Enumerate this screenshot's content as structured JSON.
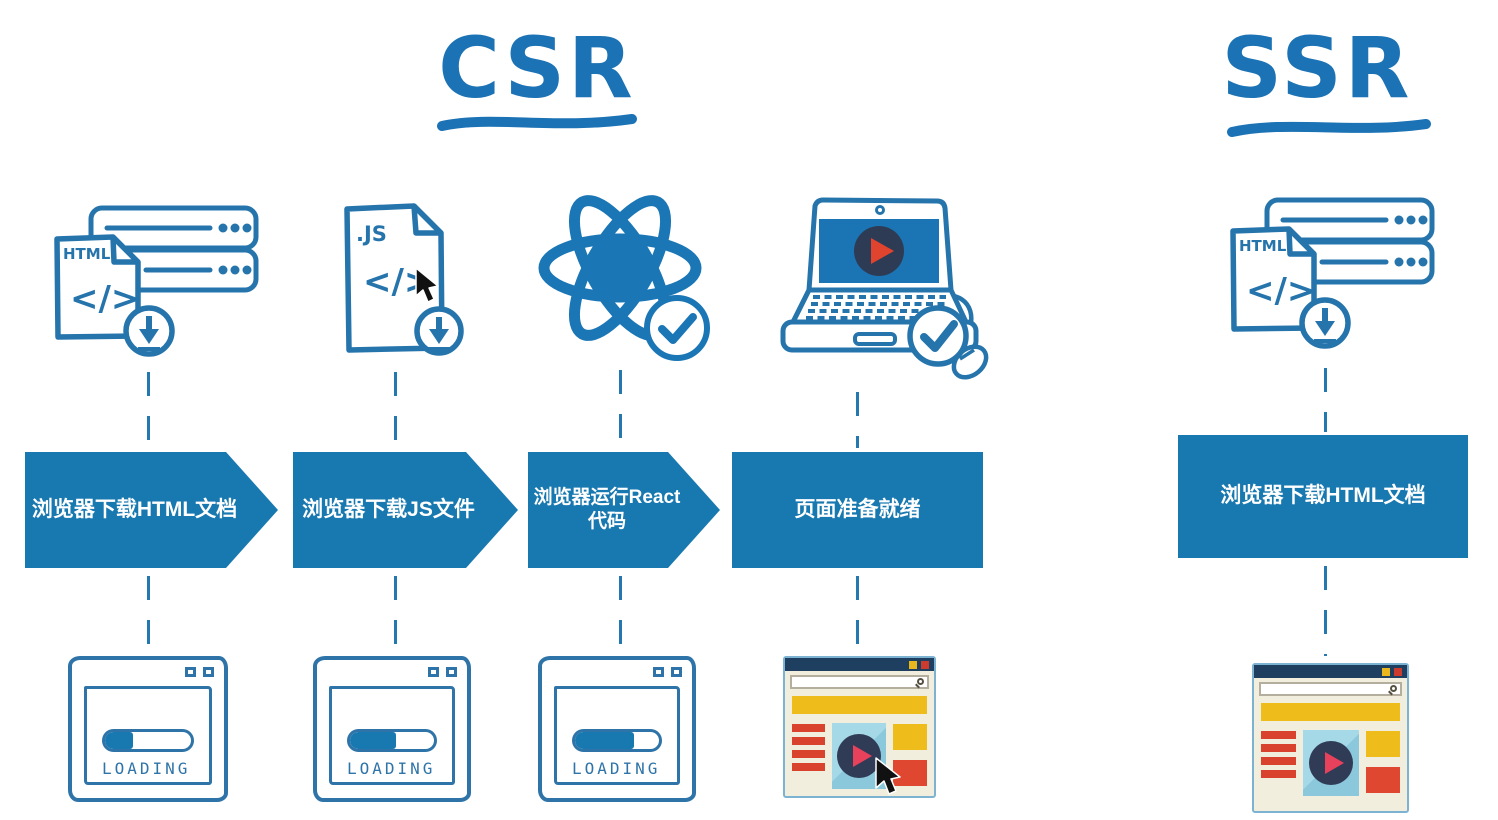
{
  "colors": {
    "title_blue": "#1b72b4",
    "banner_blue": "#1878b0",
    "sketch_blue": "#2574ac",
    "navy_title_bar": "#1e3f60",
    "yellow": "#eebd1c",
    "red": "#d9432e",
    "orange_red": "#e04731",
    "play_pink": "#e8415c",
    "video_blue": "#92cde0",
    "page_cream": "#f2eedd"
  },
  "csr": {
    "title": "CSR",
    "columns": [
      {
        "icon": "server-with-html-file-download",
        "file_label": "HTML",
        "code_glyph": "</>",
        "banner": {
          "text": "浏览器下载HTML文档",
          "shape": "arrow"
        },
        "result": {
          "type": "loading-window",
          "label": "LOADING",
          "progress": 33
        }
      },
      {
        "icon": "js-file-download",
        "file_label": ".JS",
        "code_glyph": "</>",
        "banner": {
          "text": "浏览器下载JS文件",
          "shape": "arrow"
        },
        "result": {
          "type": "loading-window",
          "label": "LOADING",
          "progress": 55
        }
      },
      {
        "icon": "react-logo-checked",
        "banner": {
          "text": "浏览器运行React代码",
          "shape": "arrow"
        },
        "result": {
          "type": "loading-window",
          "label": "LOADING",
          "progress": 70
        }
      },
      {
        "icon": "laptop-video-checked",
        "banner": {
          "text": "页面准备就绪",
          "shape": "rect"
        },
        "result": {
          "type": "rendered-page"
        }
      }
    ]
  },
  "ssr": {
    "title": "SSR",
    "columns": [
      {
        "icon": "server-with-html-file-download",
        "file_label": "HTML",
        "code_glyph": "</>",
        "banner": {
          "text": "浏览器下载HTML文档",
          "shape": "rect"
        },
        "result": {
          "type": "rendered-page"
        }
      }
    ]
  }
}
